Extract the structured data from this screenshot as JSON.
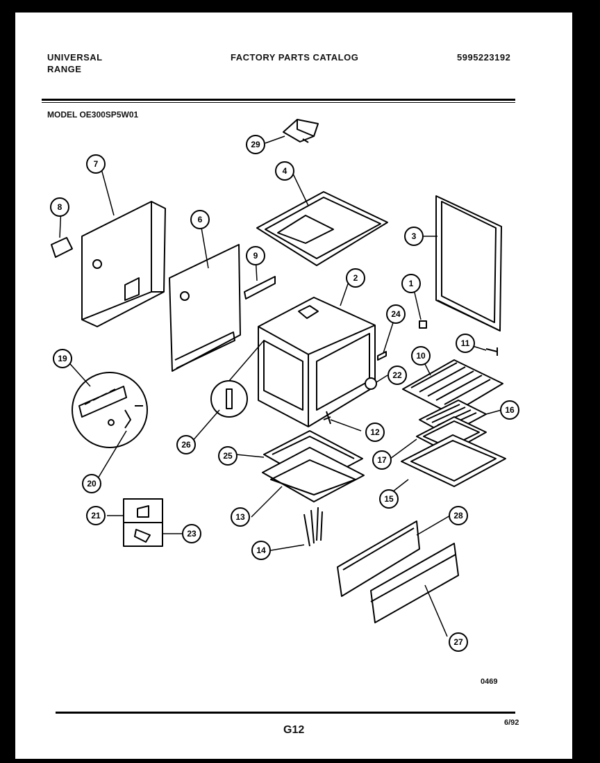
{
  "header": {
    "brand_line1": "UNIVERSAL",
    "brand_line2": "RANGE",
    "catalog_title": "FACTORY PARTS CATALOG",
    "catalog_number": "5995223192",
    "model": "MODEL OE300SP5W01"
  },
  "footer": {
    "page_id": "G12",
    "date": "6/92",
    "figure_number": "0469"
  },
  "callouts": {
    "c1": "1",
    "c2": "2",
    "c3": "3",
    "c4": "4",
    "c6": "6",
    "c7": "7",
    "c8": "8",
    "c9": "9",
    "c10": "10",
    "c11": "11",
    "c12": "12",
    "c13": "13",
    "c14": "14",
    "c15": "15",
    "c16": "16",
    "c17": "17",
    "c19": "19",
    "c20": "20",
    "c21": "21",
    "c22": "22",
    "c23": "23",
    "c24": "24",
    "c25": "25",
    "c26": "26",
    "c27": "27",
    "c28": "28",
    "c29": "29"
  }
}
